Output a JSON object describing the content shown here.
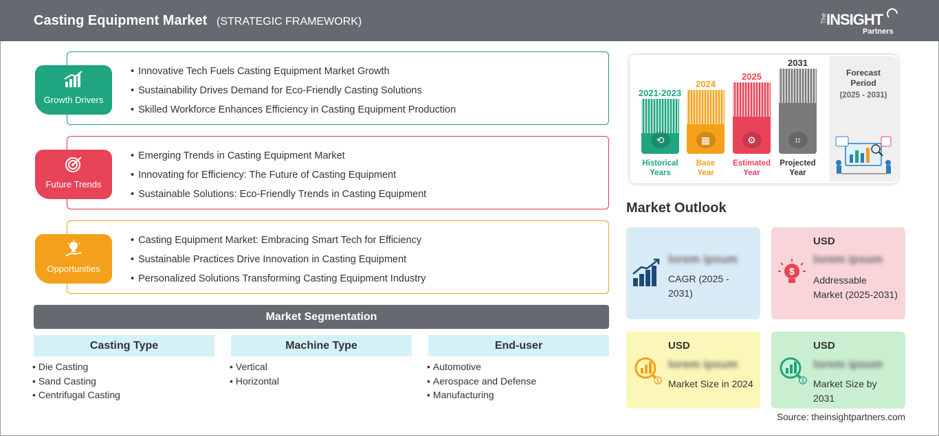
{
  "header": {
    "title": "Casting Equipment Market",
    "subtitle": "(STRATEGIC FRAMEWORK)",
    "logo": {
      "the": "The",
      "insight": "INSIGHT",
      "partners": "Partners"
    }
  },
  "groups": [
    {
      "label": "Growth Drivers",
      "icon": "bar-chart-icon",
      "color": "#1fa57f",
      "items": [
        "Innovative Tech Fuels Casting Equipment Market Growth",
        "Sustainability Drives Demand for Eco-Friendly Casting Solutions",
        "Skilled Workforce Enhances Efficiency in Casting Equipment Production"
      ]
    },
    {
      "label": "Future Trends",
      "icon": "target-icon",
      "color": "#e84357",
      "items": [
        "Emerging Trends in Casting Equipment Market",
        "Innovating for Efficiency: The Future of Casting Equipment",
        "Sustainable Solutions: Eco-Friendly Trends in Casting Equipment"
      ]
    },
    {
      "label": "Opportunities",
      "icon": "lightbulb-hand-icon",
      "color": "#f5a01b",
      "items": [
        "Casting Equipment Market: Embracing Smart Tech for Efficiency",
        "Sustainable Practices Drive Innovation in Casting Equipment",
        "Personalized Solutions Transforming Casting Equipment Industry"
      ]
    }
  ],
  "segmentation": {
    "title": "Market Segmentation",
    "columns": [
      {
        "heading": "Casting Type",
        "items": [
          "Die Casting",
          "Sand Casting",
          "Centrifugal Casting"
        ]
      },
      {
        "heading": "Machine Type",
        "items": [
          "Vertical",
          "Horizontal"
        ]
      },
      {
        "heading": "End-user",
        "items": [
          "Automotive",
          "Aerospace and Defense",
          "Manufacturing"
        ]
      }
    ]
  },
  "timeline": {
    "bars": [
      {
        "year": "2021-2023",
        "label1": "Historical",
        "label2": "Years",
        "color": "#1fa57f",
        "icon": "history-icon"
      },
      {
        "year": "2024",
        "label1": "Base",
        "label2": "Year",
        "color": "#f5a01b",
        "icon": "calendar-icon"
      },
      {
        "year": "2025",
        "label1": "Estimated",
        "label2": "Year",
        "color": "#e84357",
        "icon": "estimate-icon"
      },
      {
        "year": "2031",
        "label1": "Projected",
        "label2": "Year",
        "color": "#7a7a7a",
        "icon": "projection-icon"
      }
    ],
    "forecast_title_1": "Forecast",
    "forecast_title_2": "Period",
    "forecast_period": "(2025 - 2031)"
  },
  "outlook": {
    "title": "Market Outlook",
    "cards": [
      {
        "usd": "",
        "value": "lorem ipsum",
        "desc": "CAGR (2025 - 2031)",
        "icon": "growth-chart-icon"
      },
      {
        "usd": "USD",
        "value": "lorem ipsum",
        "desc": "Addressable Market (2025-2031)",
        "icon": "dollar-bulb-icon"
      },
      {
        "usd": "USD",
        "value": "lorem ipsum",
        "desc": "Market Size in 2024",
        "icon": "market-size-icon"
      },
      {
        "usd": "USD",
        "value": "lorem ipsum",
        "desc": "Market Size by 2031",
        "icon": "market-forecast-icon"
      }
    ]
  },
  "source": "Source: theinsightpartners.com"
}
